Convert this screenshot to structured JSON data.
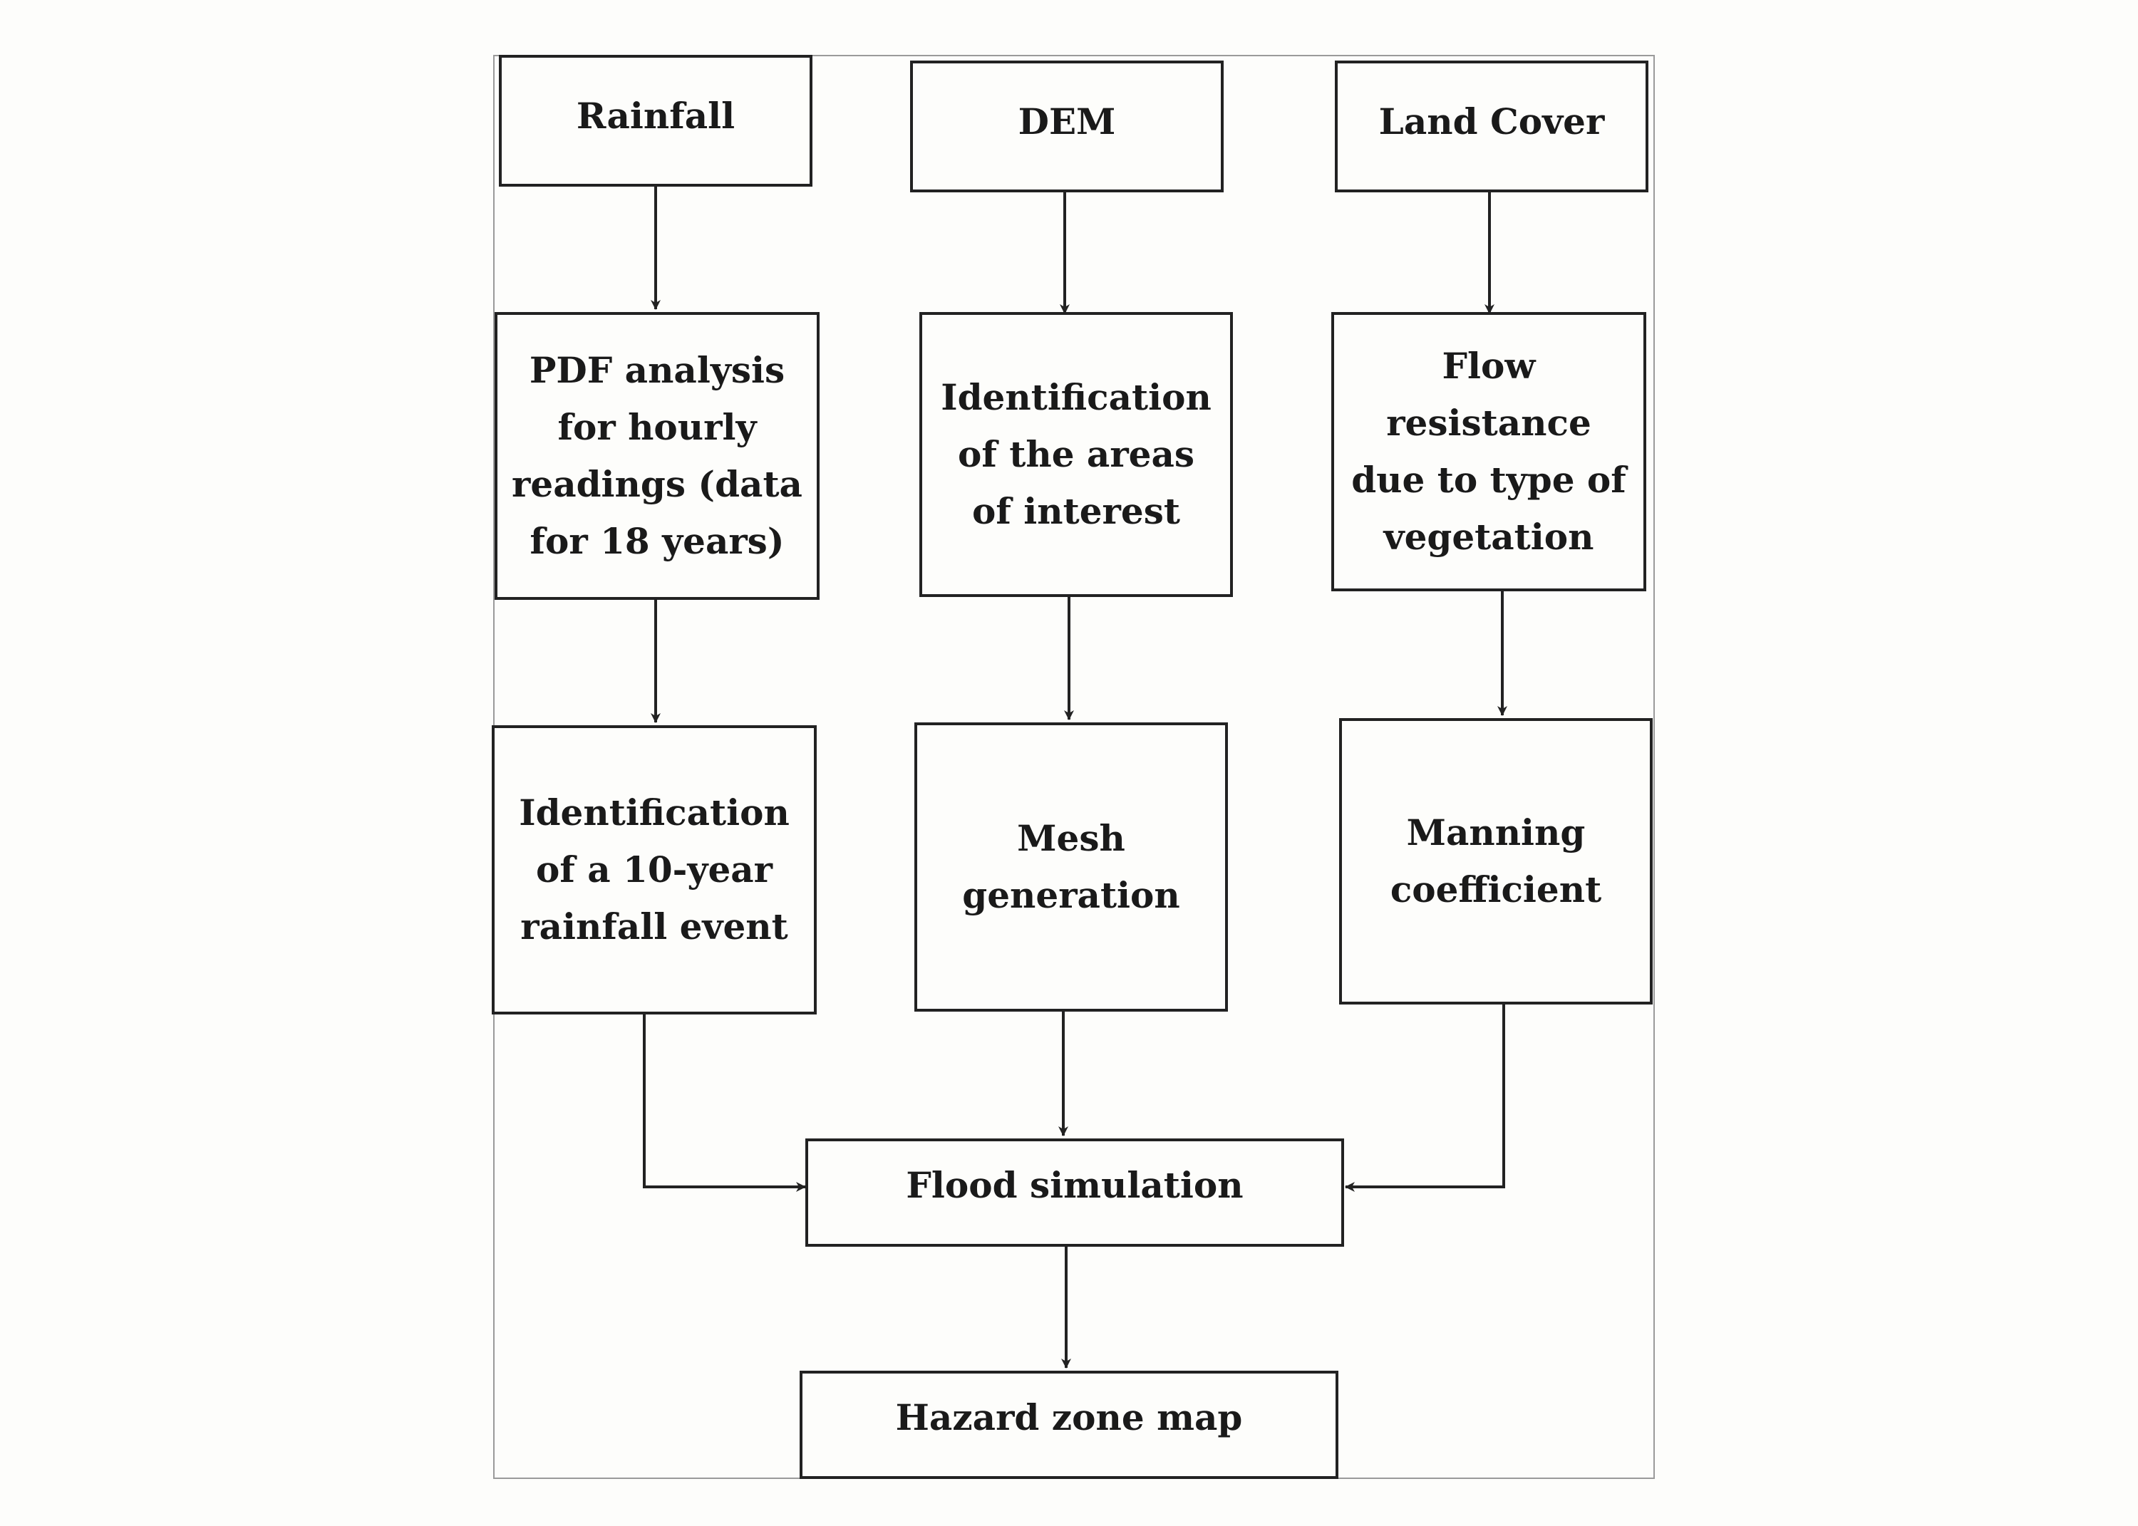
{
  "nodes": {
    "rainfall": "Rainfall",
    "dem": "DEM",
    "land_cover": "Land Cover",
    "pdf_analysis": "PDF analysis for hourly readings (data for 18 years)",
    "identification_areas": "Identification of the areas of interest",
    "flow_resistance": "Flow resistance due to type of vegetation",
    "identification_event": "Identification of a 10-year rainfall event",
    "mesh_generation": "Mesh generation",
    "manning_coefficient": "Manning coefficient",
    "flood_simulation": "Flood simulation",
    "hazard_zone_map": "Hazard zone map"
  },
  "edges": [
    {
      "from": "rainfall",
      "to": "pdf_analysis"
    },
    {
      "from": "dem",
      "to": "identification_areas"
    },
    {
      "from": "land_cover",
      "to": "flow_resistance"
    },
    {
      "from": "pdf_analysis",
      "to": "identification_event"
    },
    {
      "from": "identification_areas",
      "to": "mesh_generation"
    },
    {
      "from": "flow_resistance",
      "to": "manning_coefficient"
    },
    {
      "from": "identification_event",
      "to": "flood_simulation"
    },
    {
      "from": "mesh_generation",
      "to": "flood_simulation"
    },
    {
      "from": "manning_coefficient",
      "to": "flood_simulation"
    },
    {
      "from": "flood_simulation",
      "to": "hazard_zone_map"
    }
  ],
  "colors": {
    "background": "#fdfdfb",
    "line": "#222222",
    "frame": "#9a9a9a"
  }
}
